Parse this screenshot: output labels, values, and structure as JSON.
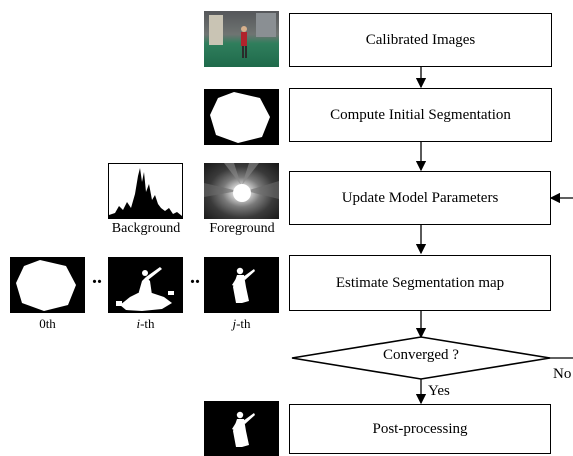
{
  "flow": {
    "calibrated": "Calibrated Images",
    "initial": "Compute Initial Segmentation",
    "update": "Update Model Parameters",
    "estimate": "Estimate Segmentation map",
    "converged": "Converged ?",
    "yes": "Yes",
    "no": "No",
    "post": "Post-processing"
  },
  "thumb_labels": {
    "background": "Background",
    "foreground": "Foreground",
    "zeroth": "0th",
    "ith_i": "i",
    "ith_rest": "-th",
    "jth_j": "j",
    "jth_rest": "-th"
  },
  "ellipses": [
    "..",
    ".."
  ]
}
